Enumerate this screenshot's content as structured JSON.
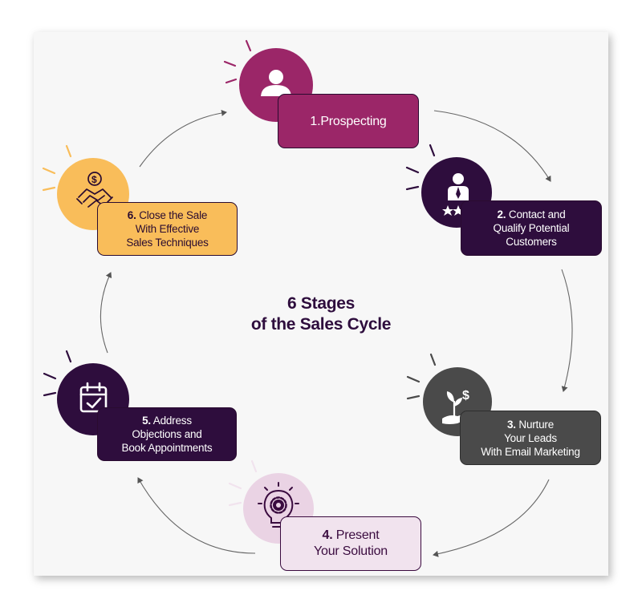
{
  "title": {
    "line1": "6 Stages",
    "line2": "of the Sales Cycle"
  },
  "stages": [
    {
      "number": "1.",
      "text": "Prospecting",
      "icon": "person-icon",
      "color": "#9b2668"
    },
    {
      "number": "2.",
      "line1": "Contact and",
      "line2": "Qualify Potential",
      "line3": "Customers",
      "icon": "star-person-icon",
      "color": "#2e0d3d"
    },
    {
      "number": "3.",
      "line1": "Nurture",
      "line2": "Your Leads",
      "line3": "With Email Marketing",
      "icon": "dollar-plant-hand-icon",
      "color": "#4a4a4a"
    },
    {
      "number": "4.",
      "line1": "Present",
      "line2": "Your Solution",
      "icon": "lightbulb-gear-icon",
      "color": "#f1e3ee"
    },
    {
      "number": "5.",
      "line1": "Address",
      "line2": "Objections and",
      "line3": "Book Appointments",
      "icon": "calendar-check-icon",
      "color": "#2e0d3d"
    },
    {
      "number": "6.",
      "line1": "Close the Sale",
      "line2": "With Effective",
      "line3": "Sales Techniques",
      "icon": "handshake-dollar-icon",
      "color": "#f9bd5a"
    }
  ]
}
